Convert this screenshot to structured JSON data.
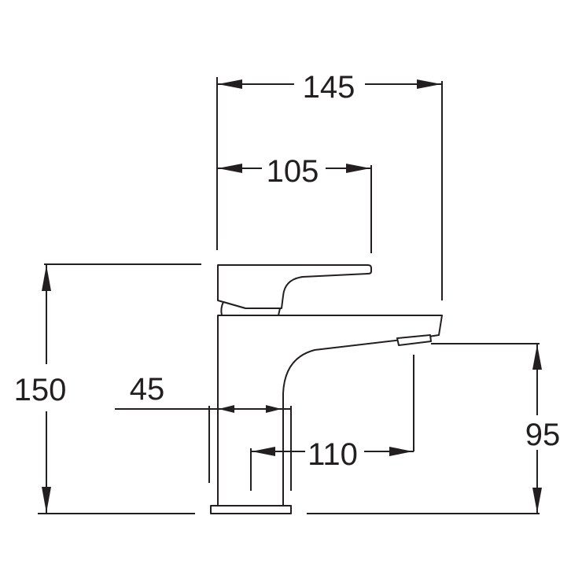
{
  "diagram": {
    "subject": "basin mixer tap side elevation",
    "colors": {
      "line": "#231f20",
      "background": "#ffffff"
    },
    "dimensions": {
      "overall_depth": {
        "value": "145"
      },
      "lever_length": {
        "value": "105"
      },
      "overall_height": {
        "value": "150"
      },
      "body_width": {
        "value": "45"
      },
      "spout_projection": {
        "value": "110"
      },
      "spout_height": {
        "value": "95"
      }
    }
  }
}
